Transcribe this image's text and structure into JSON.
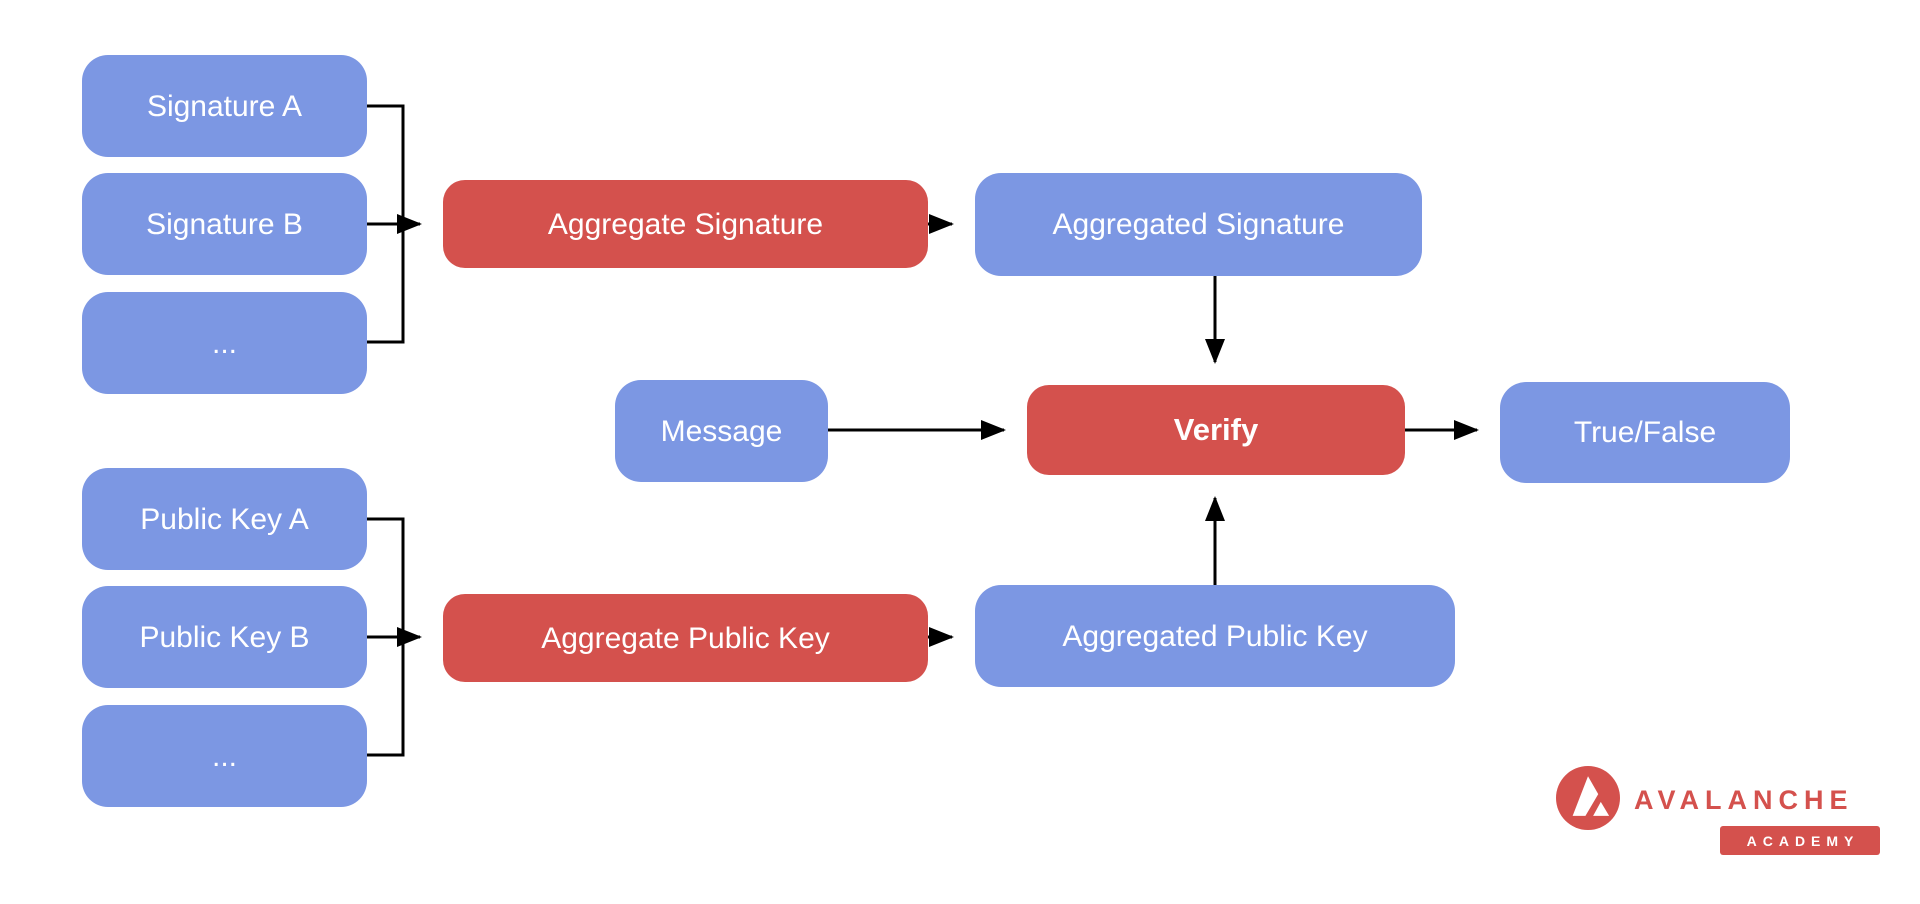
{
  "diagram": {
    "title_implicit": "BLS signature aggregation and verification flow",
    "signature_inputs": [
      "Signature A",
      "Signature B",
      "..."
    ],
    "public_key_inputs": [
      "Public Key A",
      "Public Key B",
      "..."
    ],
    "aggregate_signature_label": "Aggregate Signature",
    "aggregated_signature_label": "Aggregated Signature",
    "aggregate_public_key_label": "Aggregate Public Key",
    "aggregated_public_key_label": "Aggregated Public Key",
    "message_label": "Message",
    "verify_label": "Verify",
    "result_label": "True/False"
  },
  "colors": {
    "input_node_blue": "#7C97E3",
    "process_node_red": "#D4514D",
    "connector_black": "#000000",
    "node_text_white": "#FFFFFF",
    "logo_red": "#D4514D",
    "background": "#FFFFFF"
  },
  "logo": {
    "brand": "AVALANCHE",
    "sub_brand": "ACADEMY",
    "mark": "avalanche-triangle-mark"
  }
}
